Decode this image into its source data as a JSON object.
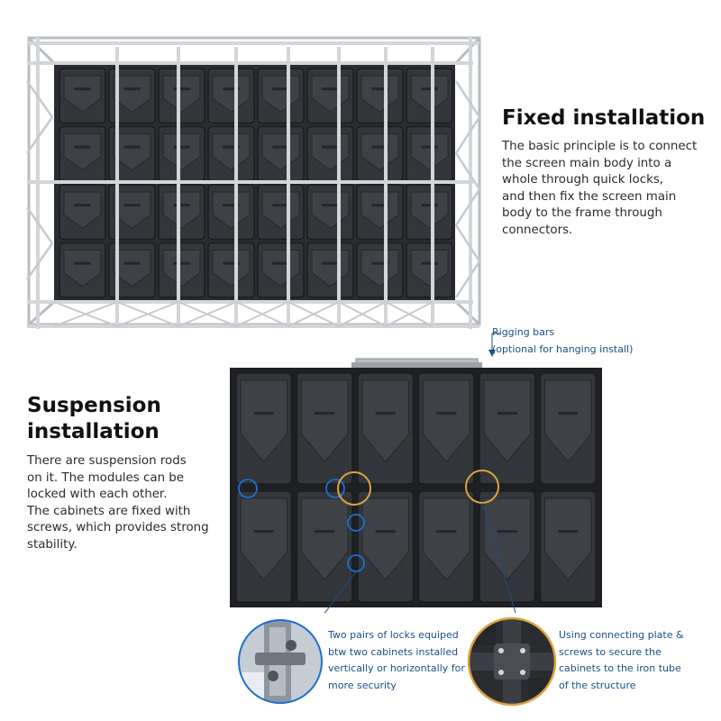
{
  "fixed": {
    "title": "Fixed installation",
    "description_lines": [
      "The basic principle is to connect",
      "the screen main body into a",
      "whole through quick locks,",
      "and then fix the screen main",
      "body to the frame through",
      "connectors."
    ]
  },
  "suspension": {
    "title_lines": [
      "Suspension",
      "installation"
    ],
    "description_lines": [
      "There are suspension rods",
      "on it. The modules can be",
      "locked with each other.",
      "The cabinets are fixed with",
      "screws, which provides strong",
      "stability."
    ]
  },
  "callouts": {
    "rigging": [
      "Rigging bars",
      "(optional for hanging install)"
    ],
    "locks": [
      "Two pairs of locks equiped",
      "btw two cabinets installed",
      "vertically or horizontally for",
      "more security"
    ],
    "plate": [
      "Using connecting plate &",
      "screws to secure the",
      "cabinets to the iron tube",
      "of the structure"
    ]
  },
  "colors": {
    "callout_blue": "#1d4f86",
    "circle_blue": "#1e6fd0",
    "circle_gold": "#d9a441",
    "cabinet_dark": "#2b2d30",
    "frame_silver": "#c9ccd0"
  }
}
